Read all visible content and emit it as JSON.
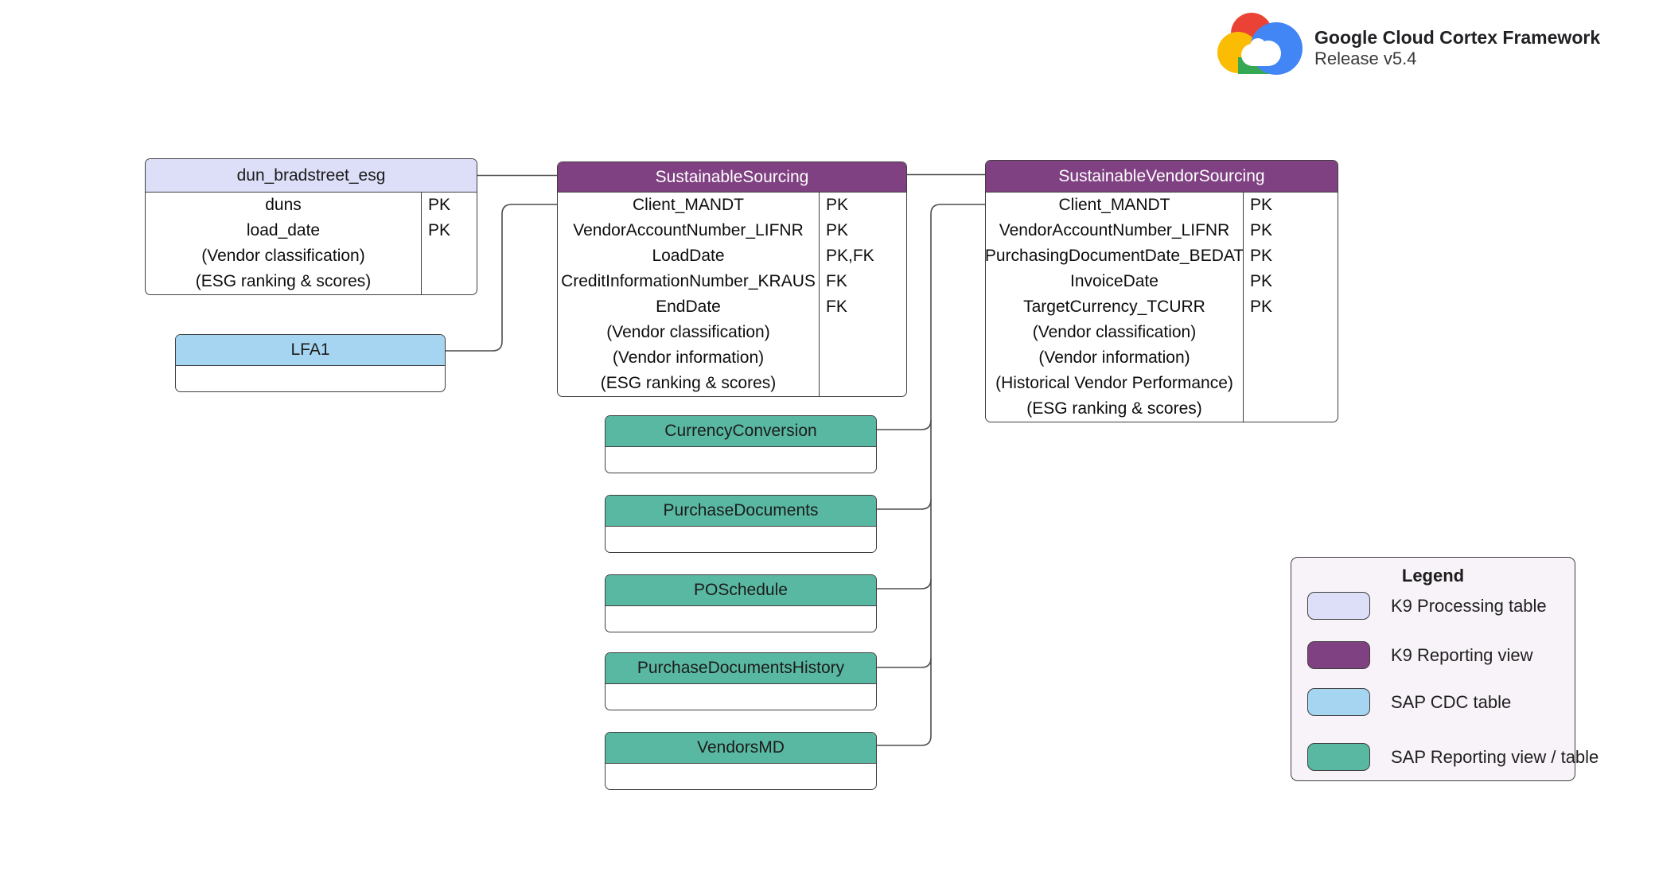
{
  "branding": {
    "title": "Google Cloud Cortex Framework",
    "subtitle": "Release v5.4",
    "logo": "google-cloud-logo",
    "logo_colors": {
      "red": "#ea4335",
      "yellow": "#fbbc04",
      "green": "#34a853",
      "blue": "#4285f4",
      "white": "#ffffff"
    }
  },
  "colors": {
    "k9_processing": "#dcdff7",
    "k9_reporting": "#7f4182",
    "sap_cdc": "#a6d5f2",
    "sap_reporting": "#59b8a2",
    "connector": "#4d4d4d",
    "table_border": "#3f3f3f",
    "legend_bg": "#f8f3f8",
    "header_text_dark": "#1c1c1c",
    "header_text_light": "#ffffff"
  },
  "tables": [
    {
      "name": "dun_bradstreet_esg",
      "type": "K9 Processing table",
      "color": "#dcdff7",
      "rows": [
        {
          "field": "duns",
          "key": "PK"
        },
        {
          "field": "load_date",
          "key": "PK"
        },
        {
          "field": "(Vendor classification)",
          "key": ""
        },
        {
          "field": "(ESG ranking & scores)",
          "key": ""
        }
      ]
    },
    {
      "name": "LFA1",
      "type": "SAP CDC table",
      "color": "#a6d5f2",
      "rows": [
        {
          "field": "",
          "key": ""
        }
      ]
    },
    {
      "name": "SustainableSourcing",
      "type": "K9 Reporting view",
      "color": "#7f4182",
      "rows": [
        {
          "field": "Client_MANDT",
          "key": "PK"
        },
        {
          "field": "VendorAccountNumber_LIFNR",
          "key": "PK"
        },
        {
          "field": "LoadDate",
          "key": "PK,FK"
        },
        {
          "field": "CreditInformationNumber_KRAUS",
          "key": "FK"
        },
        {
          "field": "EndDate",
          "key": "FK"
        },
        {
          "field": "(Vendor classification)",
          "key": ""
        },
        {
          "field": "(Vendor information)",
          "key": ""
        },
        {
          "field": "(ESG ranking & scores)",
          "key": ""
        }
      ]
    },
    {
      "name": "SustainableVendorSourcing",
      "type": "K9 Reporting view",
      "color": "#7f4182",
      "rows": [
        {
          "field": "Client_MANDT",
          "key": "PK"
        },
        {
          "field": "VendorAccountNumber_LIFNR",
          "key": "PK"
        },
        {
          "field": "PurchasingDocumentDate_BEDAT",
          "key": "PK"
        },
        {
          "field": "InvoiceDate",
          "key": "PK"
        },
        {
          "field": "TargetCurrency_TCURR",
          "key": "PK"
        },
        {
          "field": "(Vendor classification)",
          "key": ""
        },
        {
          "field": "(Vendor information)",
          "key": ""
        },
        {
          "field": "(Historical Vendor Performance)",
          "key": ""
        },
        {
          "field": "(ESG ranking & scores)",
          "key": ""
        }
      ]
    },
    {
      "name": "CurrencyConversion",
      "type": "SAP Reporting view / table",
      "color": "#59b8a2",
      "rows": [
        {
          "field": "",
          "key": ""
        }
      ]
    },
    {
      "name": "PurchaseDocuments",
      "type": "SAP Reporting view / table",
      "color": "#59b8a2",
      "rows": [
        {
          "field": "",
          "key": ""
        }
      ]
    },
    {
      "name": "POSchedule",
      "type": "SAP Reporting view / table",
      "color": "#59b8a2",
      "rows": [
        {
          "field": "",
          "key": ""
        }
      ]
    },
    {
      "name": "PurchaseDocumentsHistory",
      "type": "SAP Reporting view / table",
      "color": "#59b8a2",
      "rows": [
        {
          "field": "",
          "key": ""
        }
      ]
    },
    {
      "name": "VendorsMD",
      "type": "SAP Reporting view / table",
      "color": "#59b8a2",
      "rows": [
        {
          "field": "",
          "key": ""
        }
      ]
    }
  ],
  "connections": [
    {
      "from": "dun_bradstreet_esg",
      "to": "SustainableSourcing"
    },
    {
      "from": "LFA1",
      "to": "SustainableSourcing"
    },
    {
      "from": "SustainableSourcing",
      "to": "SustainableVendorSourcing"
    },
    {
      "from": "CurrencyConversion",
      "to": "SustainableVendorSourcing"
    },
    {
      "from": "PurchaseDocuments",
      "to": "SustainableVendorSourcing"
    },
    {
      "from": "POSchedule",
      "to": "SustainableVendorSourcing"
    },
    {
      "from": "PurchaseDocumentsHistory",
      "to": "SustainableVendorSourcing"
    },
    {
      "from": "VendorsMD",
      "to": "SustainableVendorSourcing"
    }
  ],
  "legend": {
    "title": "Legend",
    "items": [
      {
        "label": "K9 Processing table",
        "color": "#dcdff7"
      },
      {
        "label": "K9 Reporting view",
        "color": "#7f4182"
      },
      {
        "label": "SAP CDC table",
        "color": "#a6d5f2"
      },
      {
        "label": "SAP Reporting view / table",
        "color": "#59b8a2"
      }
    ]
  }
}
